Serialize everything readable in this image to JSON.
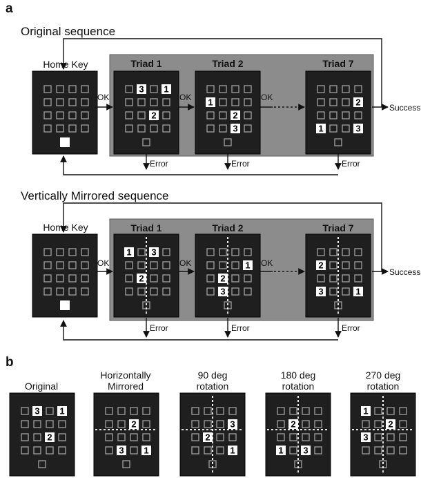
{
  "panel_a_label": "a",
  "panel_b_label": "b",
  "section1": {
    "title": "Original sequence",
    "home_label": "Home Key",
    "triads": [
      "Triad 1",
      "Triad 2",
      "Triad 7"
    ],
    "ok": "OK",
    "error": "Error",
    "success": "Success"
  },
  "section2": {
    "title": "Vertically Mirrored sequence",
    "home_label": "Home Key",
    "triads": [
      "Triad 1",
      "Triad 2",
      "Triad 7"
    ],
    "ok": "OK",
    "error": "Error",
    "success": "Success"
  },
  "transforms": [
    {
      "line1": "",
      "line2": "Original"
    },
    {
      "line1": "Horizontally",
      "line2": "Mirrored"
    },
    {
      "line1": "90 deg",
      "line2": "rotation"
    },
    {
      "line1": "180 deg",
      "line2": "rotation"
    },
    {
      "line1": "270 deg",
      "line2": "rotation"
    }
  ],
  "grids": {
    "orig_t1": {
      "cells": [
        [
          0,
          1,
          "3"
        ],
        [
          0,
          3,
          "1"
        ],
        [
          2,
          2,
          "2"
        ]
      ],
      "lines": "none"
    },
    "orig_t2": {
      "cells": [
        [
          1,
          0,
          "1"
        ],
        [
          2,
          2,
          "2"
        ],
        [
          3,
          2,
          "3"
        ]
      ],
      "lines": "none"
    },
    "orig_t7": {
      "cells": [
        [
          1,
          3,
          "2"
        ],
        [
          3,
          0,
          "1"
        ],
        [
          3,
          3,
          "3"
        ]
      ],
      "lines": "none"
    },
    "vm_t1": {
      "cells": [
        [
          0,
          0,
          "1"
        ],
        [
          0,
          2,
          "3"
        ],
        [
          2,
          1,
          "2"
        ]
      ],
      "lines": "v"
    },
    "vm_t2": {
      "cells": [
        [
          1,
          3,
          "1"
        ],
        [
          2,
          1,
          "2"
        ],
        [
          3,
          1,
          "3"
        ]
      ],
      "lines": "v"
    },
    "vm_t7": {
      "cells": [
        [
          1,
          0,
          "2"
        ],
        [
          3,
          0,
          "3"
        ],
        [
          3,
          3,
          "1"
        ]
      ],
      "lines": "v"
    },
    "b_orig": {
      "cells": [
        [
          0,
          1,
          "3"
        ],
        [
          0,
          3,
          "1"
        ],
        [
          2,
          2,
          "2"
        ]
      ],
      "lines": "none"
    },
    "b_hmir": {
      "cells": [
        [
          1,
          2,
          "2"
        ],
        [
          3,
          1,
          "3"
        ],
        [
          3,
          3,
          "1"
        ]
      ],
      "lines": "h"
    },
    "b_r90": {
      "cells": [
        [
          1,
          3,
          "3"
        ],
        [
          2,
          1,
          "2"
        ],
        [
          3,
          3,
          "1"
        ]
      ],
      "lines": "hv"
    },
    "b_r180": {
      "cells": [
        [
          1,
          1,
          "2"
        ],
        [
          3,
          0,
          "1"
        ],
        [
          3,
          2,
          "3"
        ]
      ],
      "lines": "hv"
    },
    "b_r270": {
      "cells": [
        [
          0,
          0,
          "1"
        ],
        [
          1,
          2,
          "2"
        ],
        [
          2,
          0,
          "3"
        ]
      ],
      "lines": "hv"
    }
  }
}
